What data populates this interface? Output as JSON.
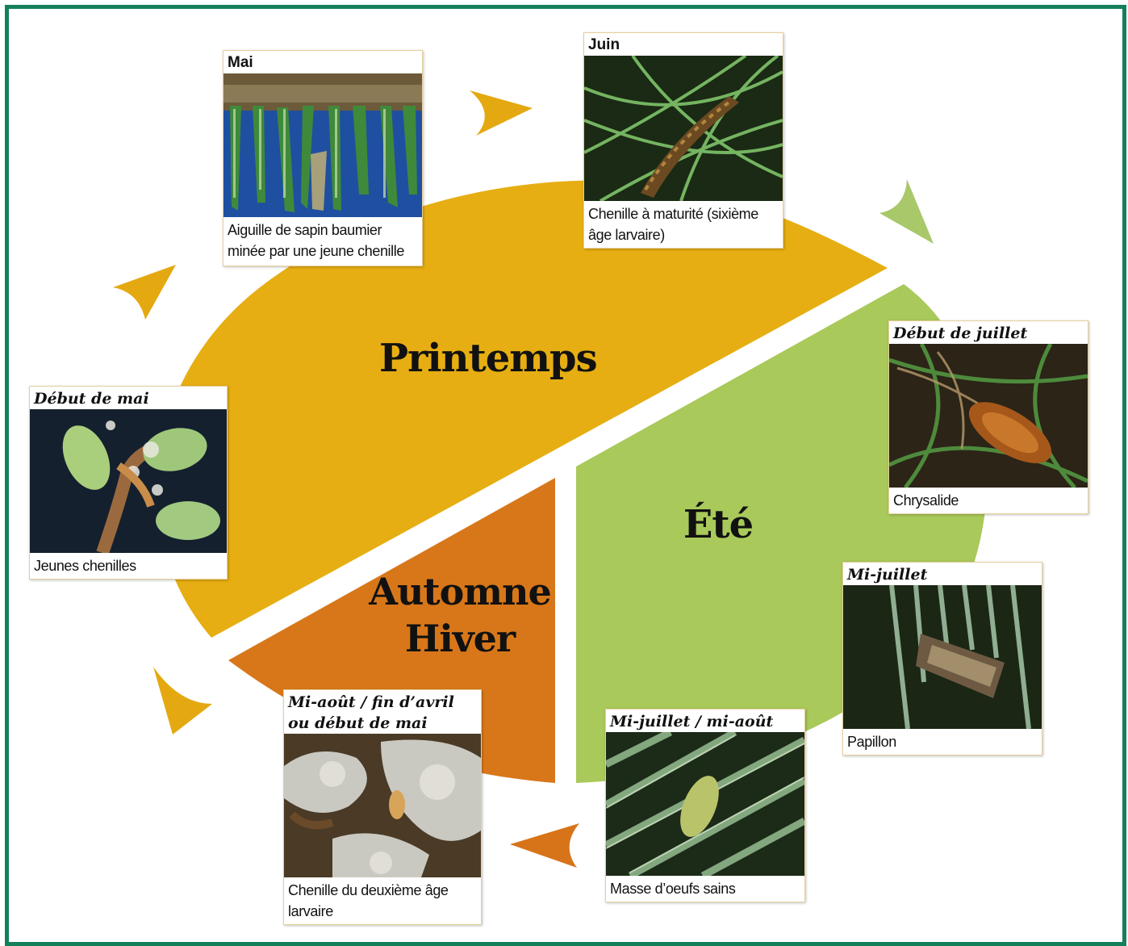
{
  "colors": {
    "frame": "#14805a",
    "spring": "#e6ae12",
    "summer": "#a9c95a",
    "autumn_winter": "#d8771a",
    "arrow_yellow": "#e4a911",
    "arrow_green": "#a8c86a",
    "arrow_orange": "#d7741a"
  },
  "seasons": {
    "spring": "Printemps",
    "summer": "Été",
    "autumn_winter_1": "Automne",
    "autumn_winter_2": "Hiver"
  },
  "cards": {
    "mai": {
      "title": "Mai",
      "caption_1": "Aiguille de sapin baumier",
      "caption_2": "minée par une jeune chenille"
    },
    "juin": {
      "title": "Juin",
      "caption_1": "Chenille à maturité (sixième",
      "caption_2": "âge larvaire)"
    },
    "debut_juillet": {
      "title": "Début de juillet",
      "caption_1": "Chrysalide"
    },
    "mi_juillet": {
      "title": "Mi-juillet",
      "caption_1": "Papillon"
    },
    "mi_juillet_aout": {
      "title": "Mi-juillet / mi-août",
      "caption_1": "Masse d’oeufs sains"
    },
    "mi_aout_avril": {
      "title_1": "Mi-août / fin d’avril",
      "title_2": "ou début de mai",
      "caption_1": "Chenille du deuxième âge",
      "caption_2": "larvaire"
    },
    "debut_mai": {
      "title": "Début de mai",
      "caption_1": "Jeunes chenilles"
    }
  }
}
